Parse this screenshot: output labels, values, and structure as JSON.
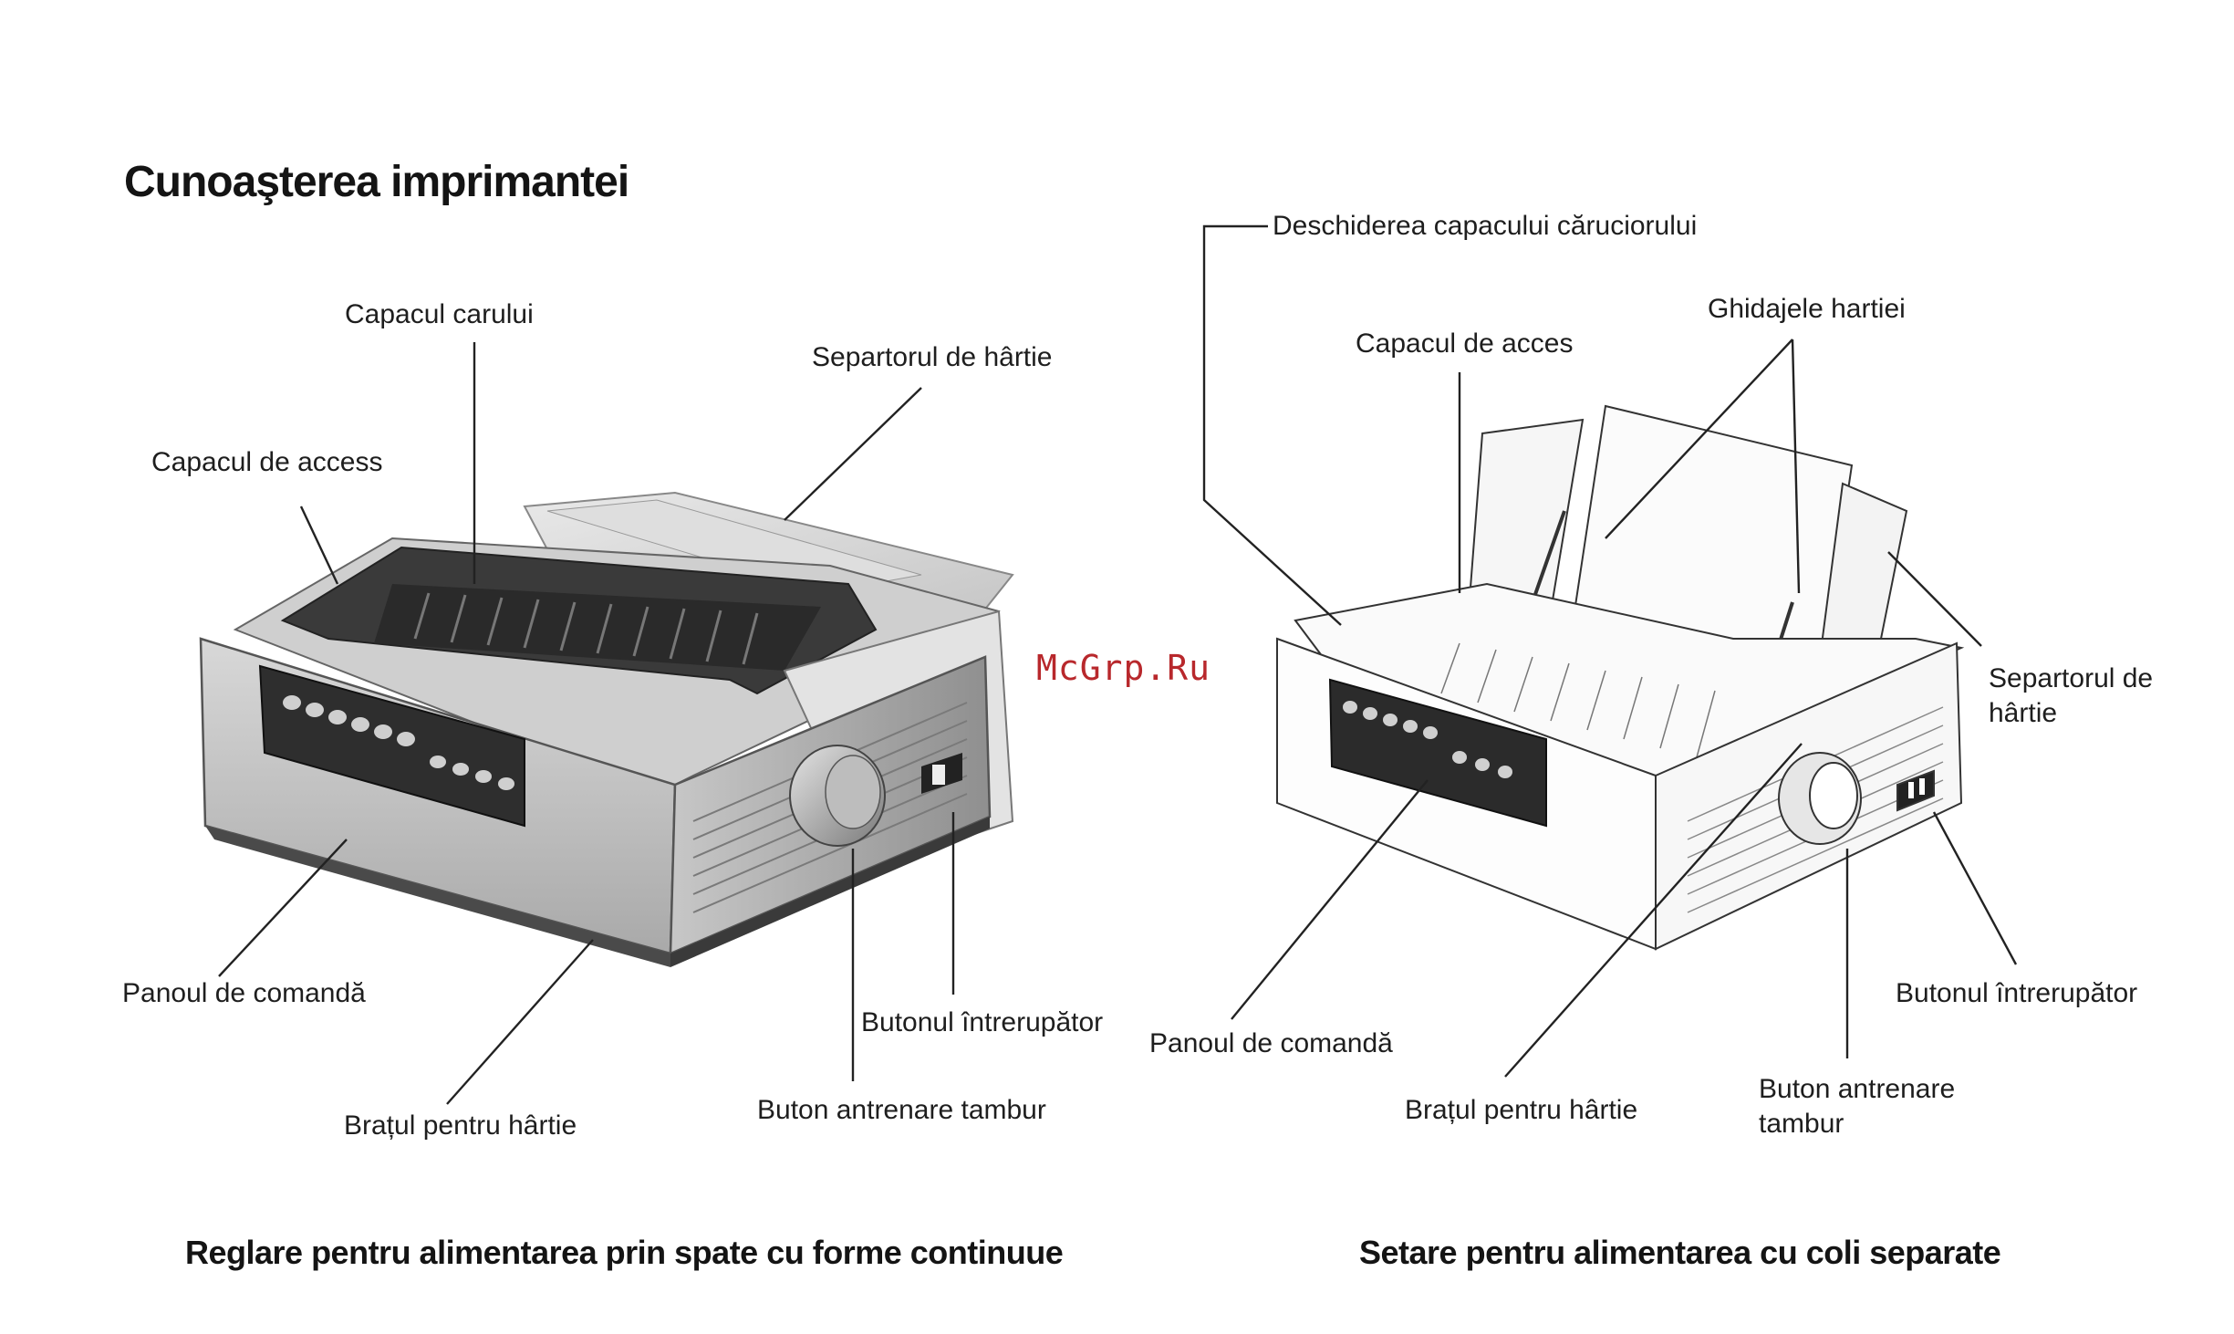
{
  "title": "Cunoaşterea imprimantei",
  "watermark": "McGrp.Ru",
  "left_printer": {
    "caption": "Reglare pentru alimentarea prin spate cu forme continuue",
    "labels": {
      "capacul_carului": "Capacul carului",
      "separtorul": "Separtorul de hârtie",
      "capacul_access": "Capacul de access",
      "panoul": "Panoul de comandă",
      "butonul_intrerupator": "Butonul întrerupător",
      "buton_tambur": "Buton antrenare tambur",
      "bratul": "Brațul pentru hârtie"
    }
  },
  "right_printer": {
    "caption": "Setare pentru alimentarea cu coli separate",
    "labels": {
      "deschiderea": "Deschiderea capacului căruciorului",
      "ghidajele": "Ghidajele  hartiei",
      "capacul_acces": "Capacul  de  acces",
      "separtorul": "Separtorul  de hârtie",
      "butonul_intrerupator": "Butonul întrerupător",
      "panoul": "Panoul de comandă",
      "bratul": "Brațul pentru hârtie",
      "buton_tambur": "Buton  antrenare tambur"
    }
  },
  "colors": {
    "watermark": "#b8282c",
    "ink": "#1e1e1e"
  }
}
